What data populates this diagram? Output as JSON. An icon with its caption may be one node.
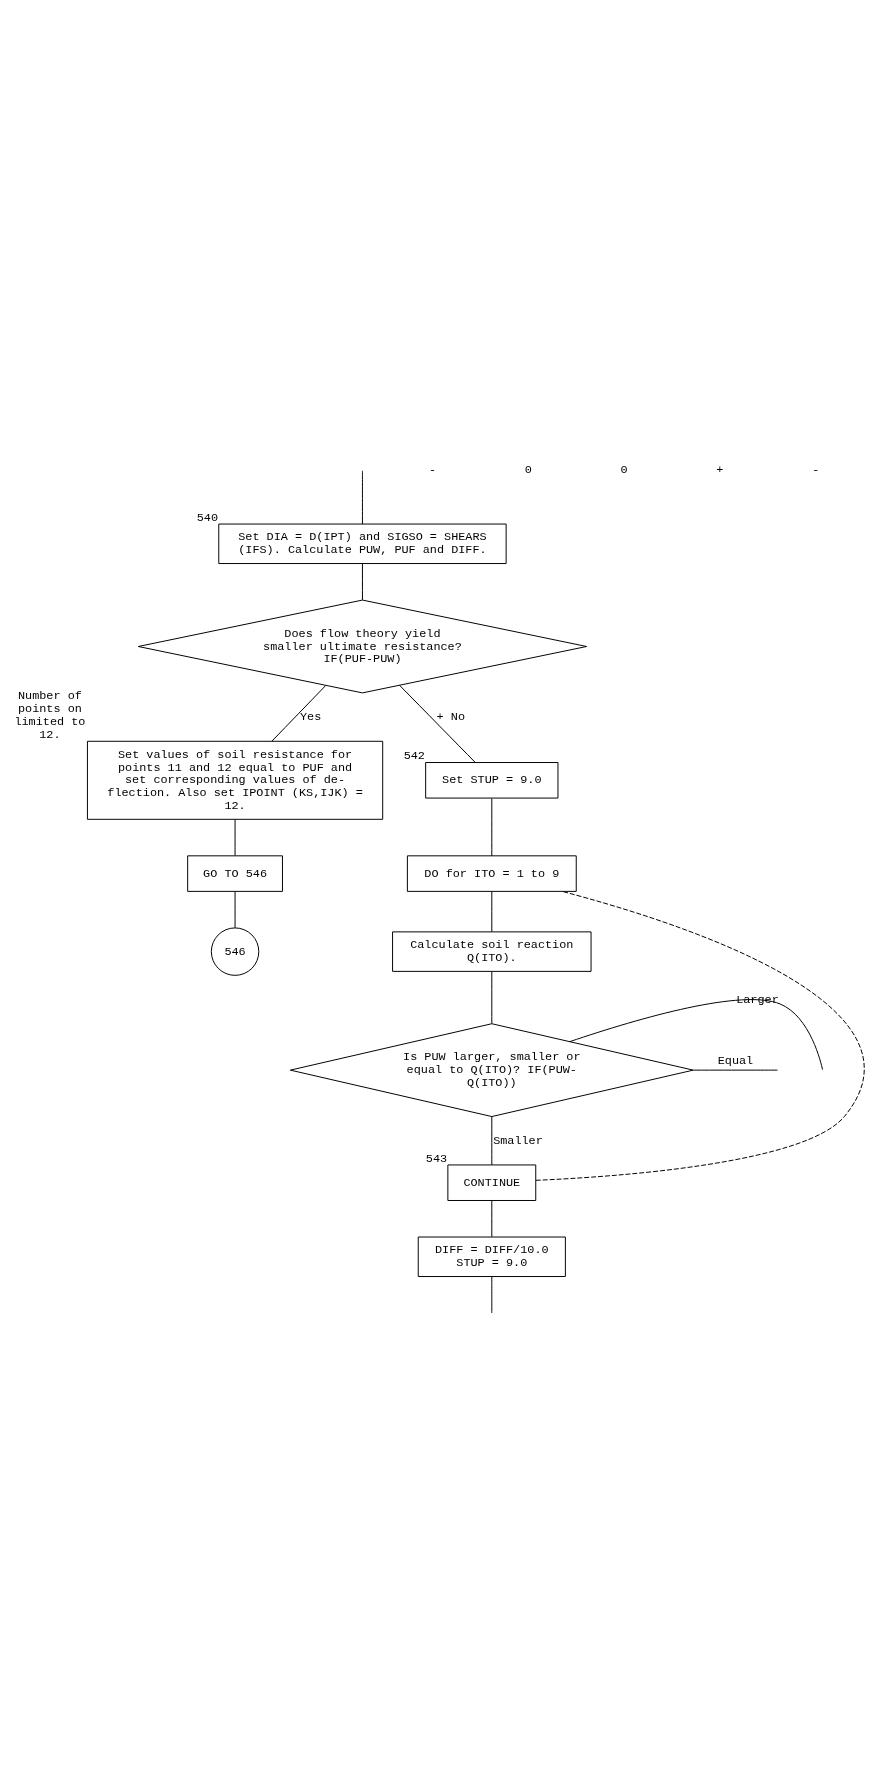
{
  "diagram": {
    "nodes": [
      {
        "text": [
          "Set DIA = D(IPT) and SIGSO = SHEARS (IFS). Calculate PUW, PUF and DIFF."
        ],
        "beside": [
          "540"
        ]
      },
      {
        "text": [
          "Does flow theory yield smaller ultimate resistance? IF(PUF-PUW)"
        ]
      },
      {
        "text": [
          "Set values of soil resistance for points 11 and 12 equal to PUF and set corresponding values of de- flection. Also set IPOINT (KS,IJK) = 12."
        ],
        "beside": [
          "Number of points on limited to 12."
        ]
      },
      {
        "text": [
          "GO TO 546"
        ]
      },
      {
        "text": [
          "546"
        ]
      },
      {
        "text": [
          "Set STUP = 9.0"
        ],
        "beside": [
          "542"
        ]
      },
      {
        "text": [
          "DO for ITO = 1 to 9"
        ]
      },
      {
        "text": [
          "Calculate soil reaction Q(ITO)."
        ]
      },
      {
        "text": [
          "Is PUW larger, smaller or equal to Q(ITO)? IF(PUW- Q(ITO))"
        ]
      },
      {
        "text": [
          "CONTINUE"
        ],
        "beside": [
          "543"
        ]
      },
      {
        "text": [
          "DIFF = DIFF/10.0 STUP = 9.0"
        ]
      }
    ],
    "edges": [
      {
        "from": null,
        "to": 0,
        "arrow": "none"
      },
      {
        "from": 0,
        "to": 1,
        "arrow": "none"
      },
      {
        "from": 1,
        "to": 2,
        "arrow": "none",
        "label": "Yes"
      },
      {
        "from": 1,
        "to": 5,
        "arrow": "none",
        "label": "+ No"
      },
      {
        "from": 2,
        "to": 3,
        "arrow": "none"
      },
      {
        "from": 3,
        "to": 4,
        "arrow": "none"
      },
      {
        "from": 5,
        "to": 6,
        "arrow": "none"
      },
      {
        "from": 6,
        "to": 7,
        "arrow": "none"
      },
      {
        "from": 7,
        "to": 8,
        "arrow": "none"
      },
      {
        "from": 8,
        "to": 9,
        "arrow": "none",
        "label": "Smaller"
      },
      {
        "from": 8,
        "to": null,
        "arrow": "none",
        "label": "Larger"
      },
      {
        "from": 8,
        "to": null,
        "arrow": "none",
        "label": "Equal"
      },
      {
        "from": 9,
        "to": 6,
        "arrow": "none",
        "style": "dashed"
      },
      {
        "from": 9,
        "to": 10,
        "arrow": "none"
      },
      {
        "from": 10,
        "to": null,
        "arrow": "none"
      }
    ],
    "labels": [
      "-",
      "0",
      "0",
      "+",
      "-"
    ]
  }
}
